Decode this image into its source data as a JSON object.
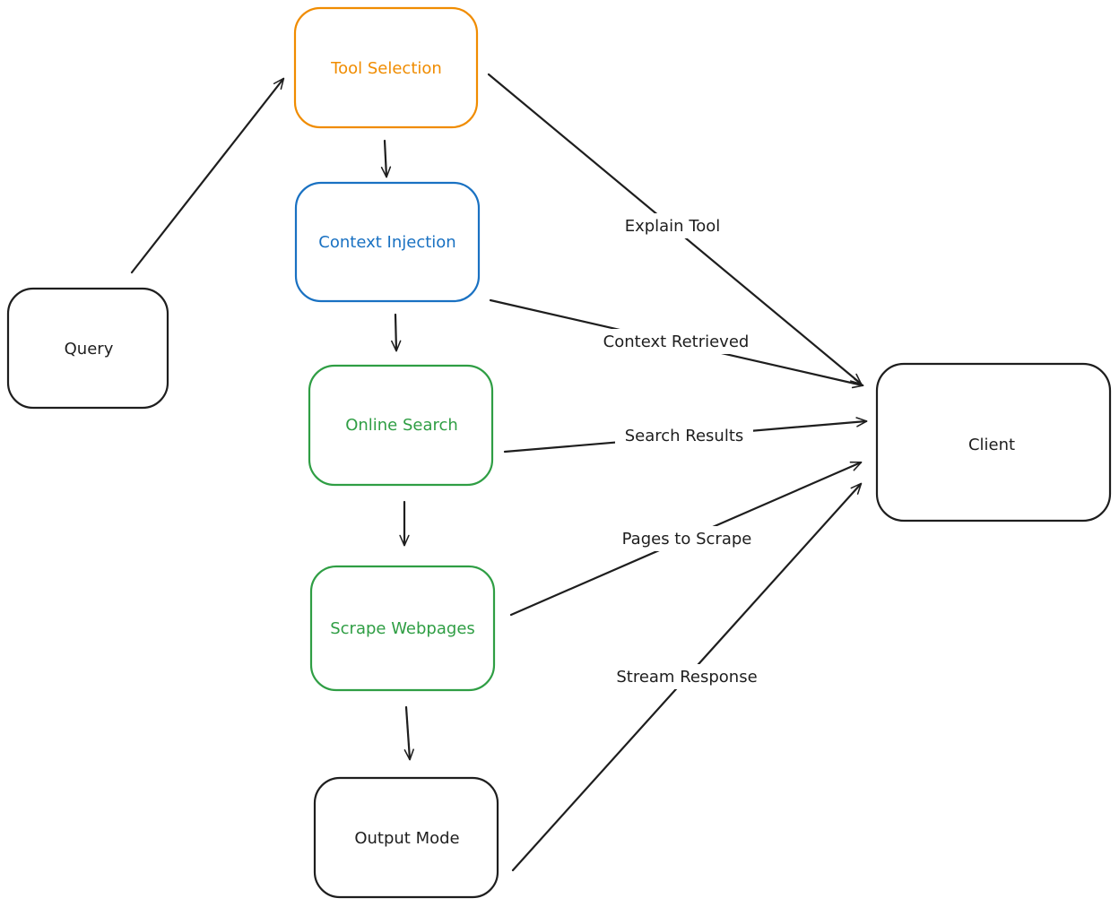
{
  "nodes": {
    "query": {
      "label": "Query",
      "color": "#1e1e1e"
    },
    "tool_selection": {
      "label": "Tool Selection",
      "color": "#f08c00"
    },
    "context_injection": {
      "label": "Context Injection",
      "color": "#1971c2"
    },
    "online_search": {
      "label": "Online Search",
      "color": "#2f9e44"
    },
    "scrape_webpages": {
      "label": "Scrape Webpages",
      "color": "#2f9e44"
    },
    "output_mode": {
      "label": "Output Mode",
      "color": "#1e1e1e"
    },
    "client": {
      "label": "Client",
      "color": "#1e1e1e"
    }
  },
  "edges": {
    "explain_tool": "Explain Tool",
    "context_retrieved": "Context Retrieved",
    "search_results": "Search Results",
    "pages_to_scrape": "Pages to Scrape",
    "stream_response": "Stream Response"
  }
}
